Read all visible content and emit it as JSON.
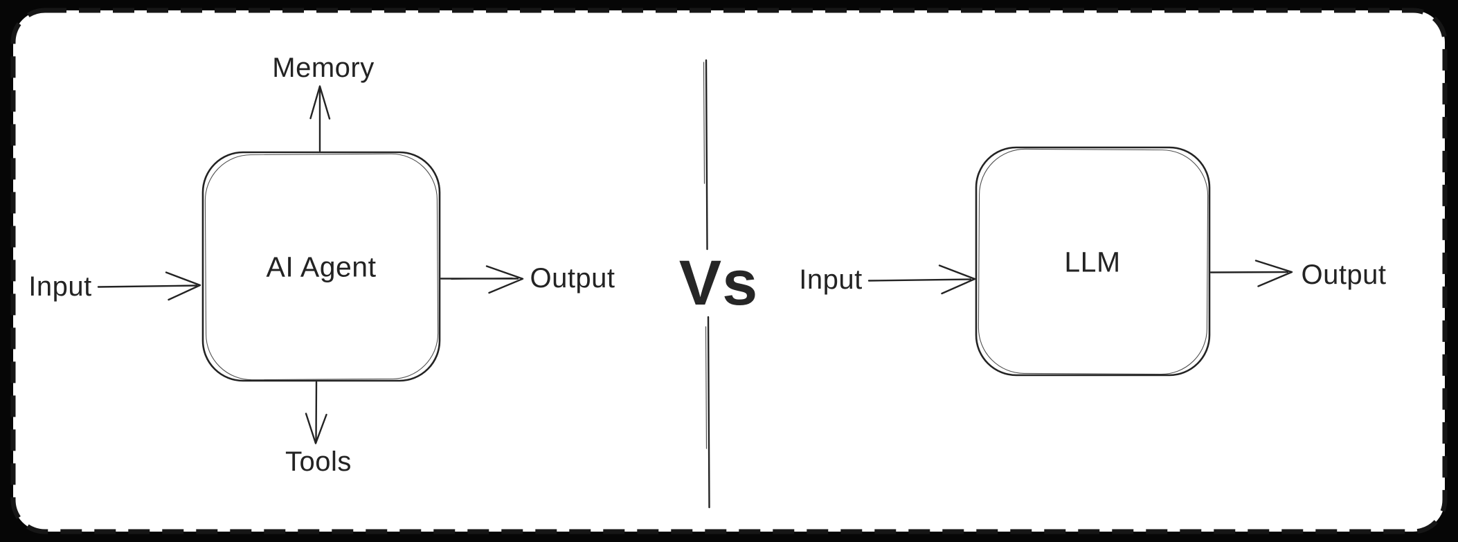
{
  "title": "AI Agent vs LLM diagram",
  "colors": {
    "background": "#060606",
    "card": "#ffffff",
    "ink": "#232323",
    "border": "#161616"
  },
  "divider": {
    "label": "Vs"
  },
  "left_diagram": {
    "box_label": "AI Agent",
    "memory_label": "Memory",
    "tools_label": "Tools",
    "input_label": "Input",
    "output_label": "Output"
  },
  "right_diagram": {
    "box_label": "LLM",
    "input_label": "Input",
    "output_label": "Output"
  }
}
